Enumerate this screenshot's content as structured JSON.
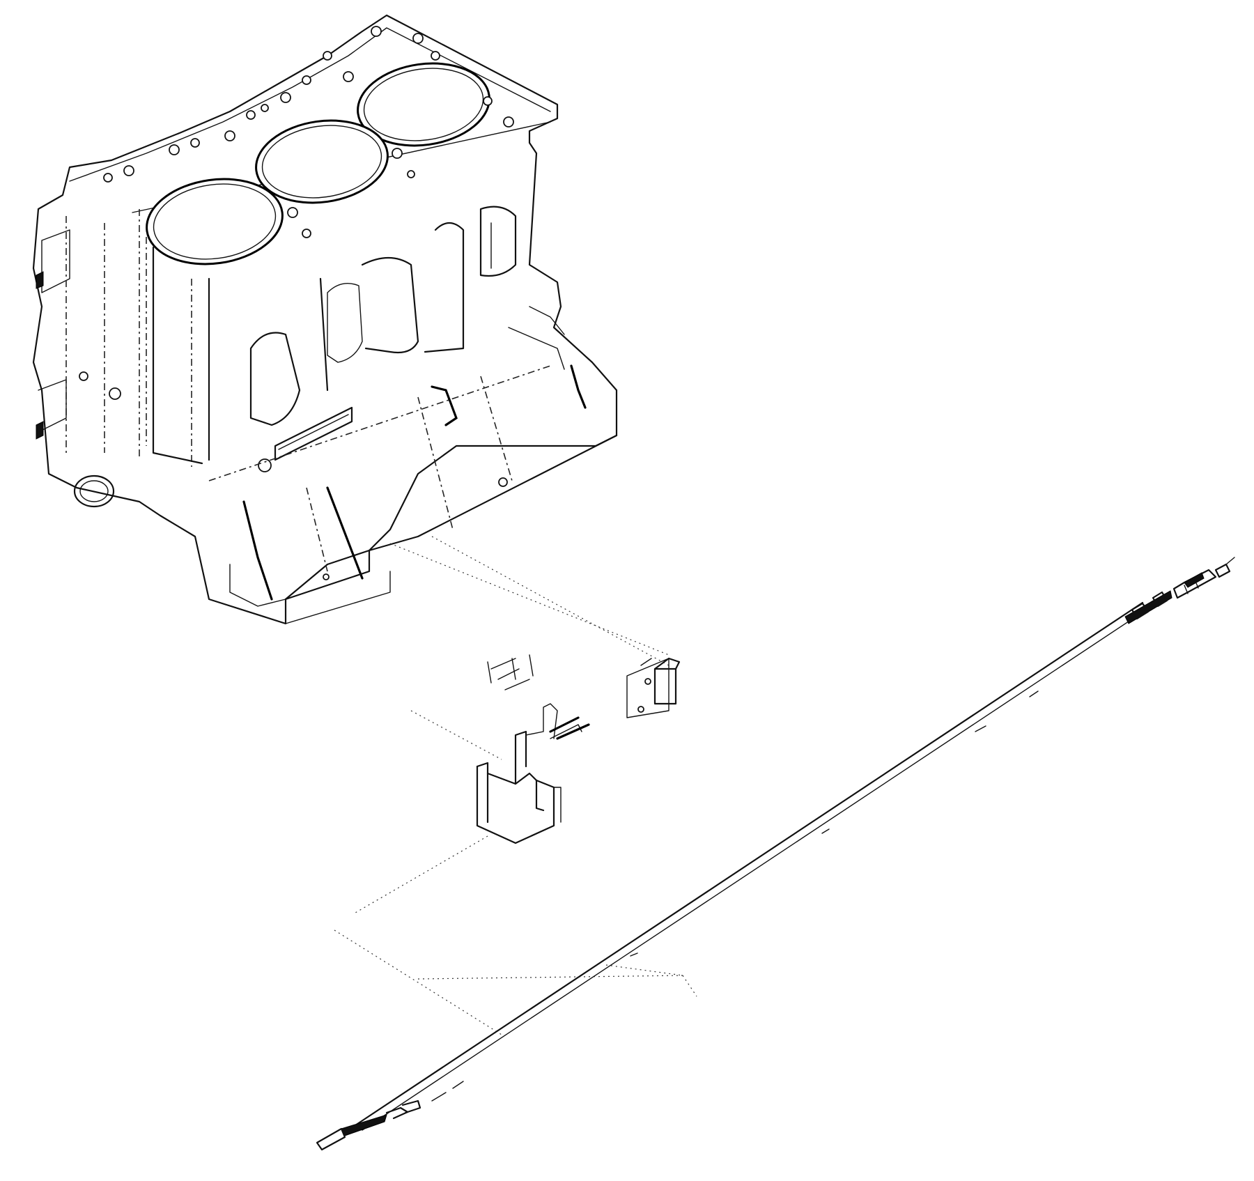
{
  "diagram": {
    "type": "exploded-parts-view",
    "components": [
      {
        "id": "cylinder-block",
        "description_label": ""
      },
      {
        "id": "dipstick-guide-bracket",
        "description_label": ""
      },
      {
        "id": "dipstick-clip",
        "description_label": ""
      },
      {
        "id": "oil-level-dipstick",
        "description_label": ""
      }
    ],
    "leader_style": "dotted",
    "line_color": "#111111",
    "background_color": "#ffffff"
  }
}
